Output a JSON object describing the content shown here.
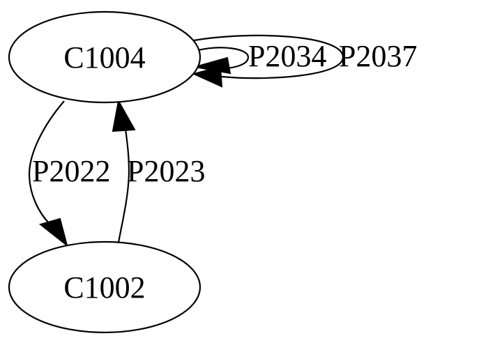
{
  "graph": {
    "nodes": [
      {
        "id": "C1004",
        "label": "C1004"
      },
      {
        "id": "C1002",
        "label": "C1002"
      }
    ],
    "edges": [
      {
        "from": "C1004",
        "to": "C1004",
        "label": "P2034"
      },
      {
        "from": "C1004",
        "to": "C1004",
        "label": "P2037"
      },
      {
        "from": "C1004",
        "to": "C1002",
        "label": "P2022"
      },
      {
        "from": "C1002",
        "to": "C1004",
        "label": "P2023"
      }
    ]
  },
  "colors": {
    "stroke": "#000000",
    "background": "#ffffff"
  }
}
